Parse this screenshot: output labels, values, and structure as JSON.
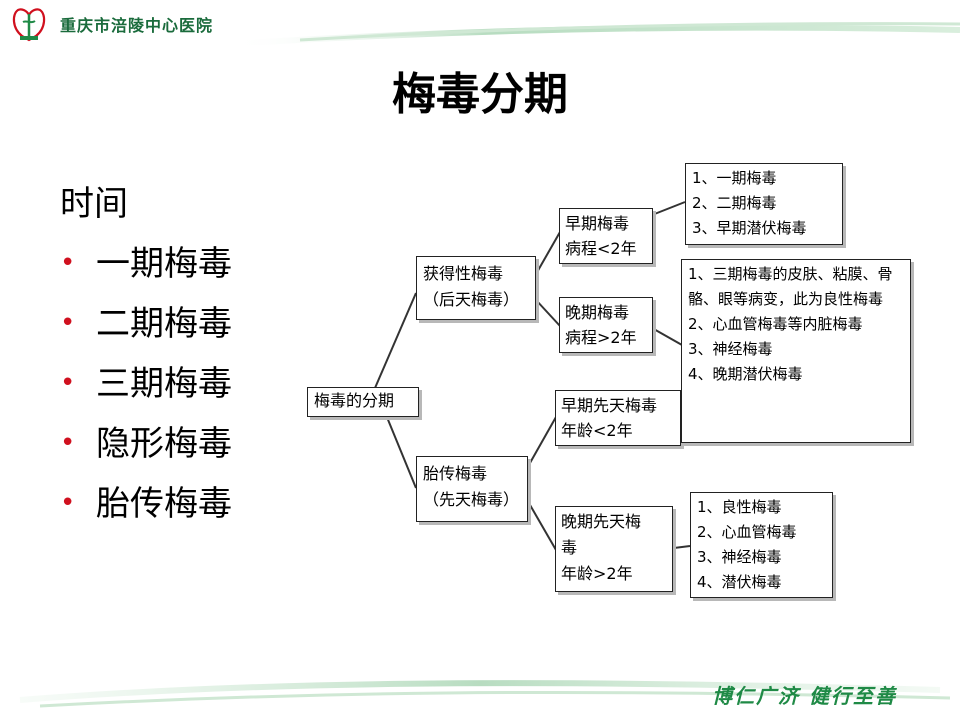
{
  "header": {
    "hospital_name": "重庆市涪陵中心医院"
  },
  "slide": {
    "title": "梅毒分期",
    "intro_label": "时间",
    "stages": [
      "一期梅毒",
      "二期梅毒",
      "三期梅毒",
      "隐形梅毒",
      "胎传梅毒"
    ]
  },
  "diagram": {
    "root": "梅毒的分期",
    "acquired": {
      "line1": "获得性梅毒",
      "line2": "（后天梅毒）"
    },
    "congenital": {
      "line1": "胎传梅毒",
      "line2": "（先天梅毒）"
    },
    "early_acquired": {
      "line1": "早期梅毒",
      "line2": "病程<2年"
    },
    "late_acquired": {
      "line1": "晚期梅毒",
      "line2": "病程>2年"
    },
    "early_congenital": {
      "line1": "早期先天梅毒",
      "line2": "年龄<2年"
    },
    "late_congenital": {
      "line1": "晚期先天梅",
      "line2": "毒",
      "line3": "年龄>2年"
    },
    "early_acquired_list": [
      "1、一期梅毒",
      "2、二期梅毒",
      "3、早期潜伏梅毒"
    ],
    "late_acquired_list": {
      "item1": "1、三期梅毒的皮肤、粘膜、骨骼、眼等病变，此为良性梅毒",
      "item2": "2、心血管梅毒等内脏梅毒",
      "item3": "3、神经梅毒",
      "item4": "4、晚期潜伏梅毒"
    },
    "late_congenital_list": [
      "1、良性梅毒",
      "2、心血管梅毒",
      "3、神经梅毒",
      "4、潜伏梅毒"
    ]
  },
  "footer": {
    "slogan": "博仁广济   健行至善"
  },
  "colors": {
    "brand_green": "#1f8a46",
    "bullet_red": "#d0101e"
  }
}
